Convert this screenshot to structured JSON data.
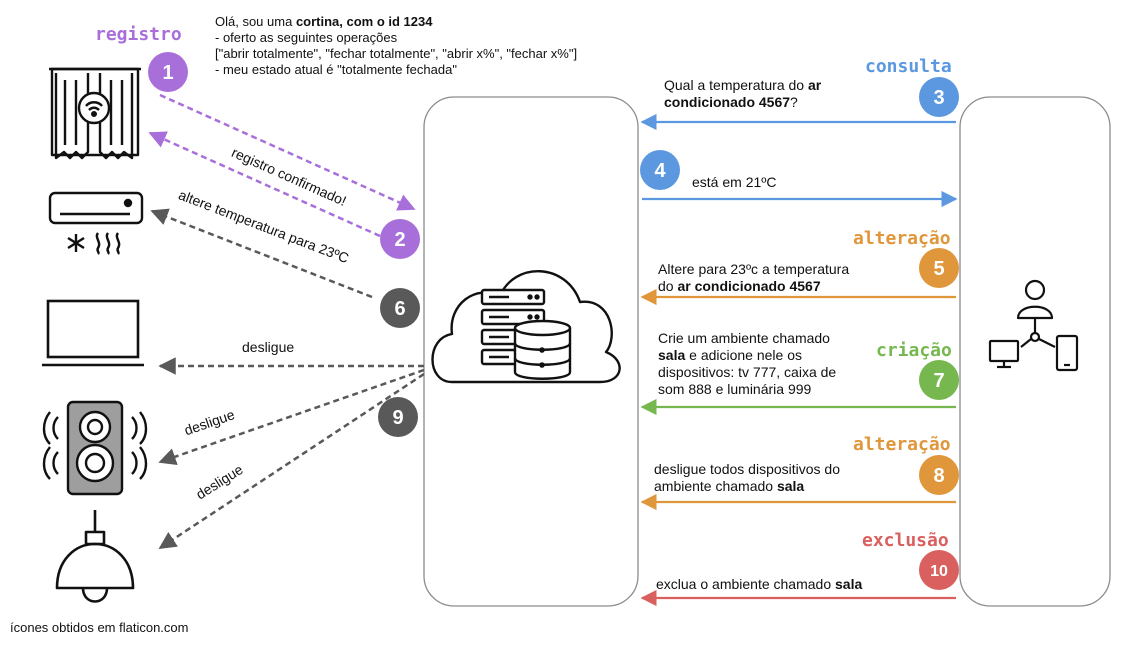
{
  "colors": {
    "purple": "#A86FDB",
    "blue": "#5B98E0",
    "orange": "#E0963A",
    "green": "#76B84F",
    "red": "#D9605E",
    "gray": "#595959"
  },
  "tags": {
    "registro": "registro",
    "consulta": "consulta",
    "alteracao1": "alteração",
    "criacao": "criação",
    "alteracao2": "alteração",
    "exclusao": "exclusão"
  },
  "numbers": [
    "1",
    "2",
    "3",
    "4",
    "5",
    "6",
    "7",
    "8",
    "9",
    "10"
  ],
  "registration": {
    "line1_pre": "Olá, sou uma ",
    "line1_bold": "cortina, com o id 1234",
    "line2": "- oferto as seguintes operações",
    "line3": "[\"abrir totalmente\", \"fechar totalmente\", \"abrir x%\", \"fechar x%\"]",
    "line4": "- meu estado atual é \"totalmente fechada\""
  },
  "diag": {
    "confirmed": "registro confirmado!",
    "alter_temp": "altere temperatura para 23ºC"
  },
  "turnoff": {
    "tv": "desligue",
    "speaker": "desligue",
    "lamp": "desligue"
  },
  "messages": {
    "m3_pre": "Qual a temperatura do ",
    "m3_bold1": "ar",
    "m3_bold2": "condicionado 4567",
    "m3_post": "?",
    "m4": "está em 21ºC",
    "m5_line1": "Altere para 23ºc a temperatura",
    "m5_pre": "do ",
    "m5_bold": "ar condicionado 4567",
    "m7_line1": "Crie um ambiente chamado",
    "m7_bold": "sala",
    "m7_line2_post": " e adicione nele os",
    "m7_line3": "dispositivos: tv 777, caixa de",
    "m7_line4": "som 888 e luminária 999",
    "m8_line1": "desligue todos dispositivos do",
    "m8_pre": "ambiente chamado ",
    "m8_bold": "sala",
    "m10_pre": "exclua o ambiente chamado ",
    "m10_bold": "sala"
  },
  "footer": "ícones obtidos em flaticon.com"
}
